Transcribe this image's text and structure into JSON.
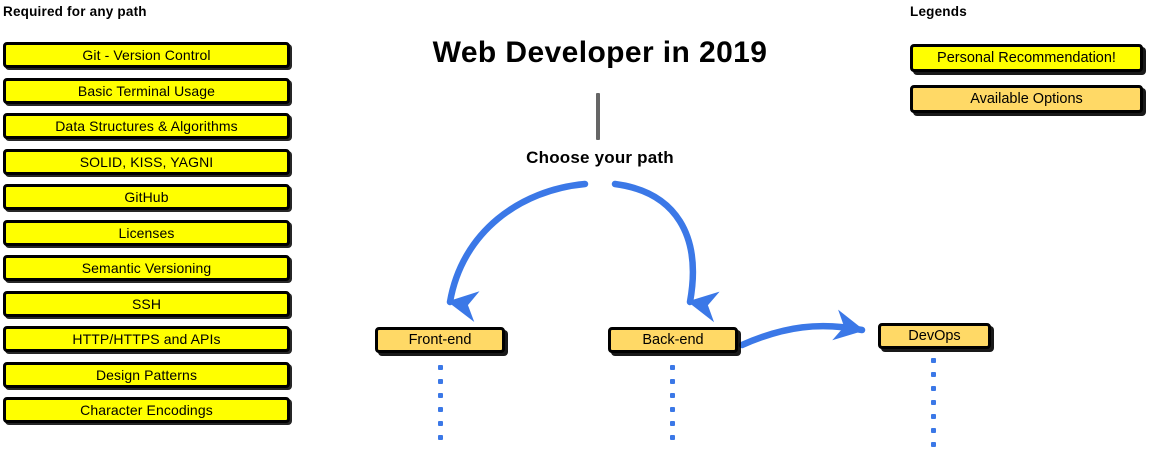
{
  "diagram": {
    "title": "Web Developer in 2019",
    "choose_path_label": "Choose your path",
    "accent_blue": "#3b78e7",
    "stem_gray": "#666666"
  },
  "required": {
    "heading": "Required for any path",
    "fill_color": "#FFFF00",
    "items": [
      {
        "label": "Git - Version Control"
      },
      {
        "label": "Basic Terminal Usage"
      },
      {
        "label": "Data Structures & Algorithms"
      },
      {
        "label": "SOLID, KISS, YAGNI"
      },
      {
        "label": "GitHub"
      },
      {
        "label": "Licenses"
      },
      {
        "label": "Semantic Versioning"
      },
      {
        "label": "SSH"
      },
      {
        "label": "HTTP/HTTPS and APIs"
      },
      {
        "label": "Design Patterns"
      },
      {
        "label": "Character Encodings"
      }
    ]
  },
  "paths": {
    "fill_color": "#FFD966",
    "boxes": [
      {
        "label": "Front-end",
        "dots": 6
      },
      {
        "label": "Back-end",
        "dots": 6
      },
      {
        "label": "DevOps",
        "dots": 7
      }
    ]
  },
  "legend": {
    "heading": "Legends",
    "items": [
      {
        "label": "Personal Recommendation!",
        "color": "#FFFF00"
      },
      {
        "label": "Available Options",
        "color": "#FFD966"
      }
    ]
  }
}
